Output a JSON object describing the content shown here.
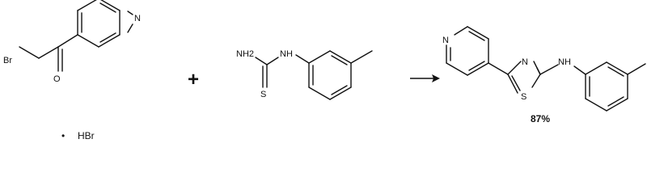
{
  "reactant1": {
    "atoms": {
      "ring_n": "N",
      "bromine": "Br",
      "oxygen": "O"
    },
    "salt": {
      "bullet": "•",
      "label": "HBr"
    }
  },
  "operator_plus": "+",
  "reactant2": {
    "atoms": {
      "amine": "NH2",
      "nh": "NH",
      "sulfur": "S"
    }
  },
  "arrow": {
    "direction": "right"
  },
  "product": {
    "atoms": {
      "pyridine_n": "N",
      "thiazole_n": "N",
      "sulfur": "S",
      "nh": "NH"
    },
    "yield": "87%"
  }
}
